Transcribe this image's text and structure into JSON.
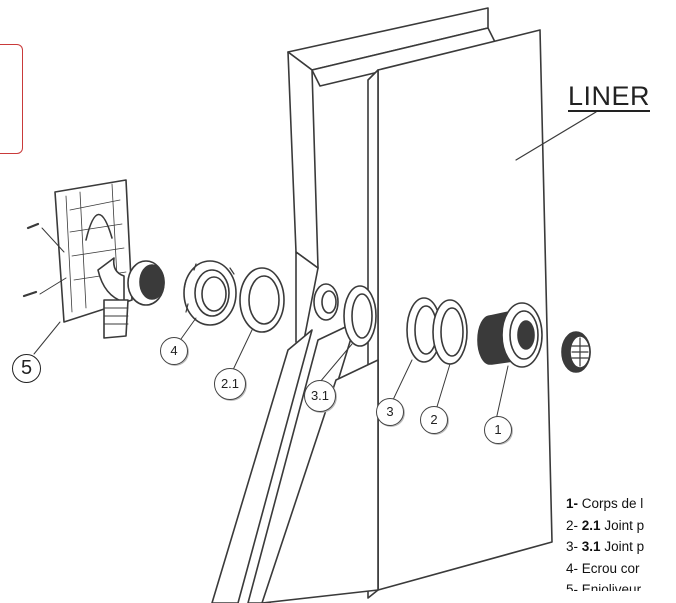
{
  "callout_box": {
    "text": "/"
  },
  "label_liner": "LINER",
  "markers": [
    {
      "id": "5",
      "text": "5"
    },
    {
      "id": "4",
      "text": "4"
    },
    {
      "id": "2.1",
      "text": "2.1"
    },
    {
      "id": "3.1",
      "text": "3.1"
    },
    {
      "id": "3",
      "text": "3"
    },
    {
      "id": "2",
      "text": "2"
    },
    {
      "id": "1",
      "text": "1"
    }
  ],
  "legend": [
    {
      "num": "1-",
      "text": "Corps de l"
    },
    {
      "num": "2-",
      "bold": "2.1",
      "text": "Joint p"
    },
    {
      "num": "3-",
      "bold": "3.1",
      "text": "Joint p"
    },
    {
      "num": "4-",
      "text": "Ecrou cor"
    },
    {
      "num": "5-",
      "text": "Enjoliveur"
    }
  ],
  "colors": {
    "line": "#3a3a3a",
    "callout_border": "#c93a3a",
    "fill": "#ffffff"
  }
}
